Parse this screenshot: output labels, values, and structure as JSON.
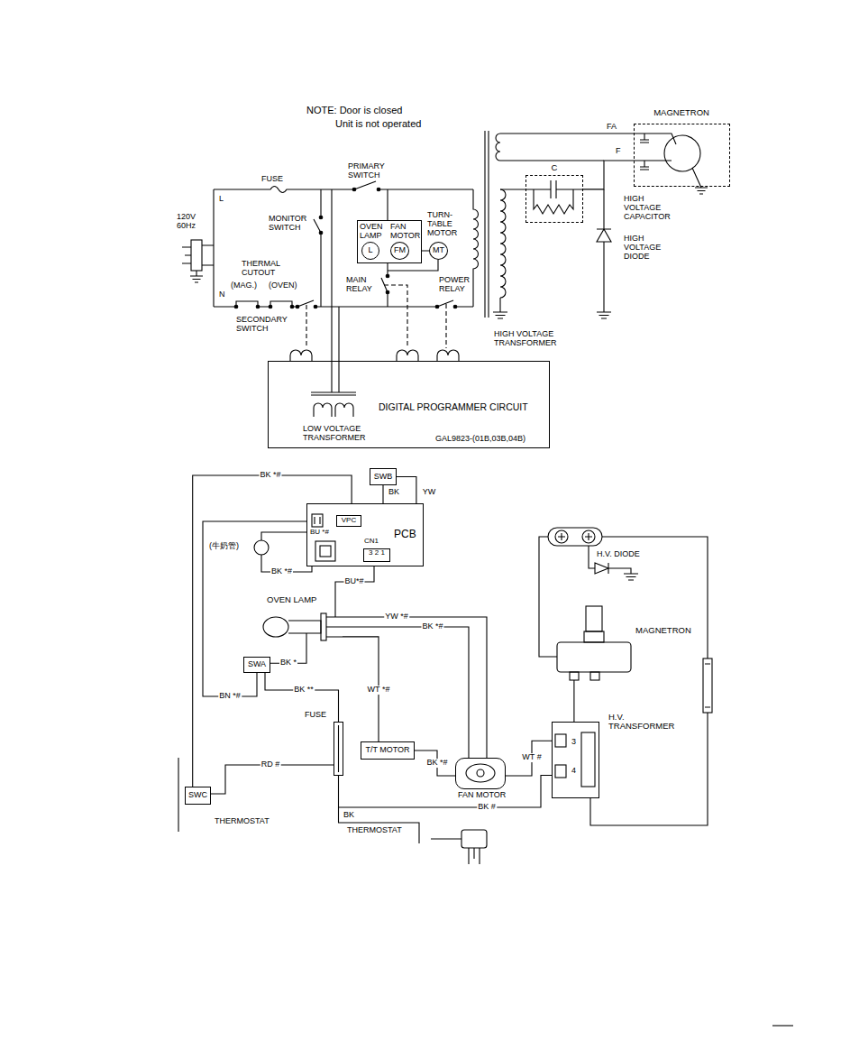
{
  "diagram": {
    "nodes": [
      {
        "text": [
          "MAGNETRON"
        ]
      },
      {
        "text": [
          "C"
        ]
      },
      {
        "text": [
          "OVEN LAMP",
          "FAN MOTOR"
        ]
      },
      {
        "text": [
          "L"
        ],
        "in": 2
      },
      {
        "text": [
          "FM"
        ],
        "in": 2
      },
      {
        "text": [
          "MT"
        ]
      },
      {
        "text": [
          "DIGITAL PROGRAMMER CIRCUIT",
          "LOW VOLTAGE TRANSFORMER",
          "GAL9823-(01B,03B,04B)"
        ]
      },
      {
        "text": [
          "SWB"
        ]
      },
      {
        "text": [
          "PCB"
        ]
      },
      {
        "text": [
          "VPC"
        ],
        "in": 8
      },
      {
        "text": [
          "CN1",
          "3 2 1"
        ],
        "in": 8
      },
      {
        "text": [
          "OVEN LAMP"
        ]
      },
      {
        "text": [
          "MAGNETRON"
        ]
      },
      {
        "text": [
          "SWA"
        ]
      },
      {
        "text": [
          "FUSE"
        ]
      },
      {
        "text": [
          "H.V. TRANSFORMER",
          "3",
          "4"
        ]
      },
      {
        "text": [
          "T/T MOTOR"
        ]
      },
      {
        "text": [
          "FAN MOTOR"
        ]
      },
      {
        "text": [
          "SWC"
        ]
      }
    ],
    "edges": [
      {
        "from": 1,
        "to": 0,
        "arrow": "none"
      },
      {
        "from": 18,
        "to": 8,
        "label": "BK *#",
        "arrow": "none"
      },
      {
        "from": 7,
        "to": 8,
        "label": "BK",
        "arrow": "none"
      },
      {
        "from": 7,
        "to": 8,
        "label": "YW",
        "arrow": "none"
      },
      {
        "from": 8,
        "to": 11,
        "label": "BU*#",
        "arrow": "none"
      },
      {
        "from": 8,
        "to": 13,
        "label": "BN *#",
        "arrow": "none"
      },
      {
        "from": 13,
        "to": 11,
        "label": "BK *",
        "arrow": "none"
      },
      {
        "from": 13,
        "to": 14,
        "label": "BK **",
        "arrow": "none"
      },
      {
        "from": 11,
        "to": 17,
        "label": "YW *#",
        "arrow": "none"
      },
      {
        "from": 11,
        "to": 17,
        "label": "BK *#",
        "arrow": "none"
      },
      {
        "from": 11,
        "to": 16,
        "label": "WT *#",
        "arrow": "none"
      },
      {
        "from": 16,
        "to": 17,
        "label": "BK *#",
        "arrow": "none"
      },
      {
        "from": 17,
        "to": 15,
        "label": "WT #",
        "arrow": "none"
      },
      {
        "from": 14,
        "to": 15,
        "label": "BK #",
        "arrow": "none"
      },
      {
        "from": 18,
        "to": 14,
        "label": "RD #",
        "arrow": "none"
      },
      {
        "from": 12,
        "to": 15,
        "arrow": "none"
      }
    ],
    "labels": [
      "NOTE: Door is closed",
      "Unit is not operated",
      "FA",
      "F",
      "FUSE",
      "PRIMARY SWITCH",
      "L",
      "120V 60Hz",
      "HIGH VOLTAGE CAPACITOR",
      "MONITOR SWITCH",
      "TURN- TABLE MOTOR",
      "HIGH VOLTAGE DIODE",
      "THERMAL CUTOUT",
      "(MAG.)",
      "(OVEN)",
      "N",
      "MAIN RELAY",
      "POWER RELAY",
      "SECONDARY SWITCH",
      "HIGH VOLTAGE TRANSFORMER",
      "BU *#",
      "(牛奶管)",
      "BK *#",
      "H.V. DIODE",
      "BK",
      "THERMOSTAT",
      "THERMOSTAT"
    ]
  }
}
